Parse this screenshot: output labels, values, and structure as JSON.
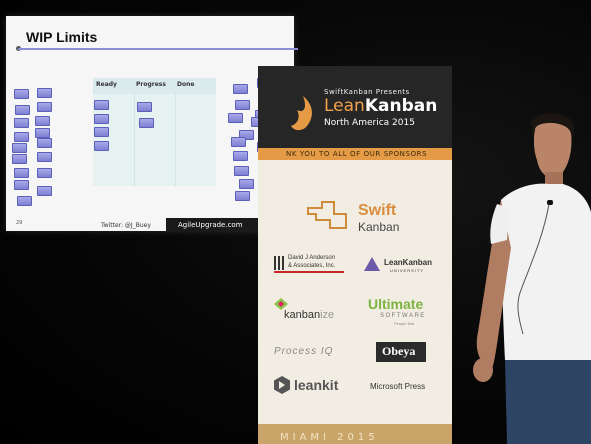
{
  "slide": {
    "title": "WIP Limits",
    "columns": [
      "Ready",
      "Progress",
      "Done"
    ],
    "page_number": "29",
    "twitter": "Twitter: @J_Buey",
    "url": "AgileUpgrade.com"
  },
  "banner": {
    "presents": "SwiftKanban Presents",
    "title_light": "Lean",
    "title_bold": "Kanban",
    "subtitle": "North America 2015",
    "thanks": "NK YOU TO ALL OF OUR SPONSORS",
    "footer": "MIAMI 2015",
    "colors": {
      "orange": "#e59a45",
      "dark": "#262626"
    }
  },
  "sponsors": {
    "swift_top": "Swift",
    "swift_bottom": "Kanban",
    "david_line1": "David J Anderson",
    "david_line2": "& Associates, Inc.",
    "leankanban_u": "LeanKanban",
    "leankanban_u_sub": "UNIVERSITY",
    "kanbanize_a": "kanban",
    "kanbanize_b": "ize",
    "ultimate_a": "Ultimate",
    "ultimate_b": "SOFTWARE",
    "ultimate_c": "People first",
    "processiq": "Process IQ",
    "obeya": "Obeya",
    "leankit": "leankit",
    "microsoft": "Microsoft Press"
  }
}
